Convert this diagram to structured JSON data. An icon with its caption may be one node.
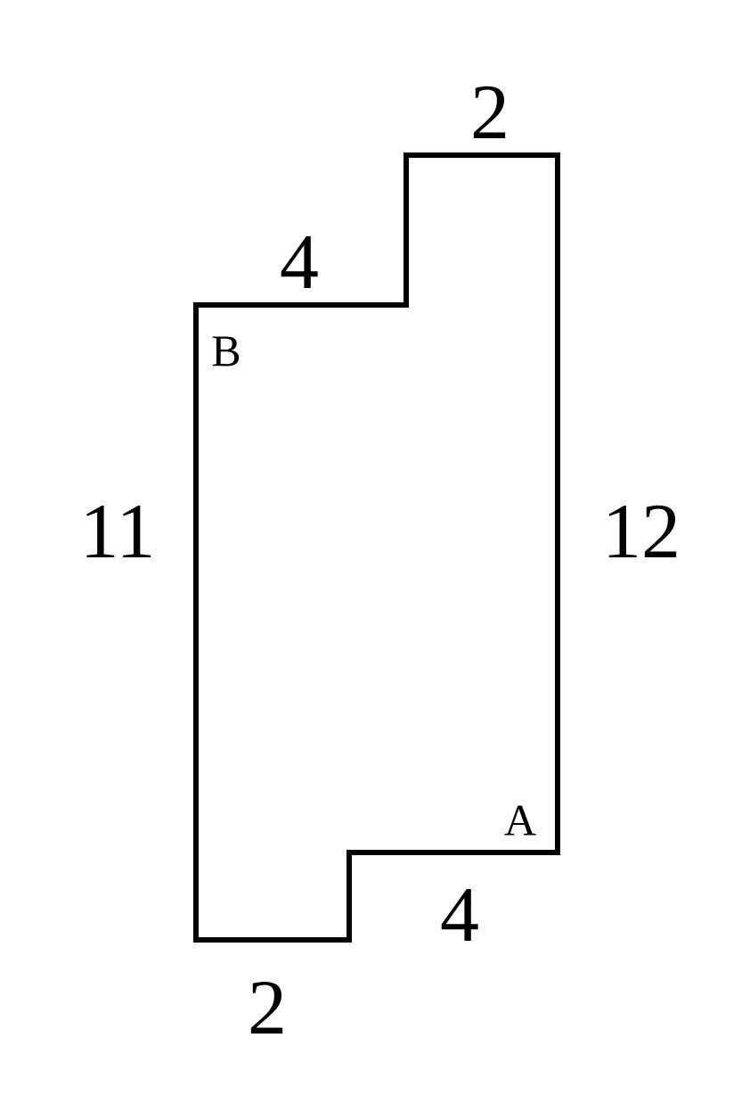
{
  "diagram": {
    "labels": [
      "2",
      "4",
      "B",
      "11",
      "12",
      "A",
      "4",
      "2"
    ]
  }
}
